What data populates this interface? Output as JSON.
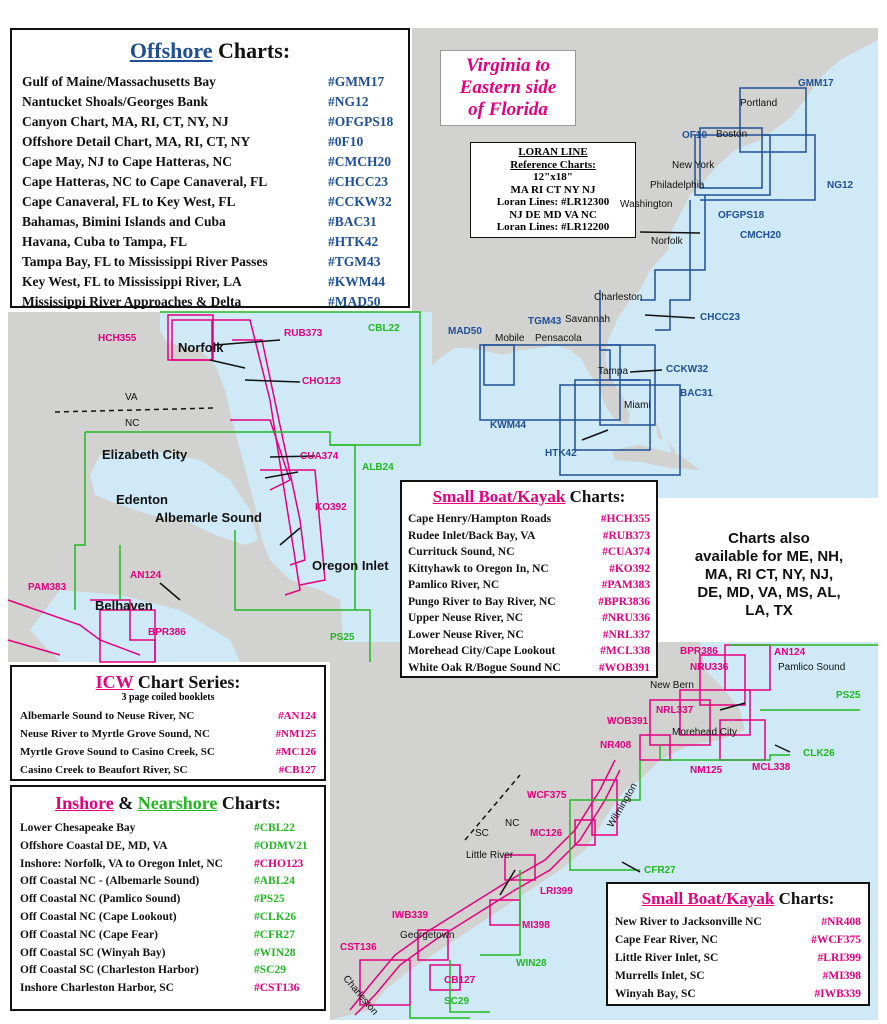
{
  "region_title": {
    "line1": "Virginia to",
    "line2": "Eastern side",
    "line3": "of Florida"
  },
  "offshore": {
    "title_word": "Offshore",
    "title_rest": "Charts:",
    "items": [
      {
        "name": "Gulf of Maine/Massachusetts Bay",
        "code": "#GMM17"
      },
      {
        "name": "Nantucket Shoals/Georges Bank",
        "code": "#NG12"
      },
      {
        "name": "Canyon Chart, MA, RI, CT, NY, NJ",
        "code": "#OFGPS18"
      },
      {
        "name": "Offshore Detail Chart, MA, RI, CT, NY",
        "code": "#0F10"
      },
      {
        "name": "Cape May, NJ to Cape Hatteras, NC",
        "code": "#CMCH20"
      },
      {
        "name": "Cape Hatteras, NC to Cape Canaveral, FL",
        "code": "#CHCC23"
      },
      {
        "name": "Cape Canaveral, FL to Key West, FL",
        "code": "#CCKW32"
      },
      {
        "name": "Bahamas, Bimini Islands and Cuba",
        "code": "#BAC31"
      },
      {
        "name": "Havana, Cuba to Tampa, FL",
        "code": "#HTK42"
      },
      {
        "name": "Tampa Bay, FL to Mississippi River Passes",
        "code": "#TGM43"
      },
      {
        "name": "Key West, FL to Mississippi River, LA",
        "code": "#KWM44"
      },
      {
        "name": "Mississippi River Approaches & Delta",
        "code": "#MAD50"
      }
    ]
  },
  "loran": {
    "title": "LORAN LINE",
    "subtitle": "Reference Charts:",
    "size": "12\"x18\"",
    "line1": "MA RI CT NY NJ",
    "line2": "Loran Lines: #LR12300",
    "line3": "NJ DE MD VA NC",
    "line4": "Loran Lines: #LR12200"
  },
  "small_boat_1": {
    "title_word": "Small Boat/Kayak",
    "title_rest": "Charts:",
    "items": [
      {
        "name": "Cape Henry/Hampton Roads",
        "code": "#HCH355"
      },
      {
        "name": "Rudee Inlet/Back Bay, VA",
        "code": "#RUB373"
      },
      {
        "name": "Currituck Sound, NC",
        "code": "#CUA374"
      },
      {
        "name": "Kittyhawk to Oregon In, NC",
        "code": "#KO392"
      },
      {
        "name": "Pamlico River, NC",
        "code": "#PAM383"
      },
      {
        "name": "Pungo River to Bay River, NC",
        "code": "#BPR3836"
      },
      {
        "name": "Upper Neuse River, NC",
        "code": "#NRU336"
      },
      {
        "name": "Lower Neuse River, NC",
        "code": "#NRL337"
      },
      {
        "name": "Morehead City/Cape Lookout",
        "code": "#MCL338"
      },
      {
        "name": "White Oak R/Bogue Sound NC",
        "code": "#WOB391"
      }
    ]
  },
  "also_available": {
    "line1": "Charts also",
    "line2": "available for ME, NH,",
    "line3": "MA, RI CT, NY, NJ,",
    "line4": "DE, MD, VA, MS, AL,",
    "line5": "LA, TX"
  },
  "icw": {
    "title_word": "ICW",
    "title_rest": "Chart Series:",
    "subtitle": "3 page coiled booklets",
    "items": [
      {
        "name": "Albemarle Sound to Neuse River, NC",
        "code": "#AN124"
      },
      {
        "name": "Neuse River to Myrtle Grove Sound, NC",
        "code": "#NM125"
      },
      {
        "name": "Myrtle Grove Sound to Casino Creek, SC",
        "code": "#MC126"
      },
      {
        "name": "Casino Creek to Beaufort River, SC",
        "code": "#CB127"
      }
    ]
  },
  "inshore": {
    "title_word1": "Inshore",
    "title_amp": "&",
    "title_word2": "Nearshore",
    "title_rest": "Charts:",
    "items": [
      {
        "name": "Lower Chesapeake Bay",
        "code": "#CBL22",
        "color": "green"
      },
      {
        "name": "Offshore Coastal DE, MD, VA",
        "code": "#ODMV21",
        "color": "green"
      },
      {
        "name": "Inshore: Norfolk, VA to Oregon Inlet, NC",
        "code": "#CHO123",
        "color": "pink"
      },
      {
        "name": "Off Coastal NC - (Albemarle Sound)",
        "code": "#ABL24",
        "color": "green"
      },
      {
        "name": "Off Coastal NC (Pamlico Sound)",
        "code": "#PS25",
        "color": "green"
      },
      {
        "name": "Off Coastal NC (Cape Lookout)",
        "code": "#CLK26",
        "color": "green"
      },
      {
        "name": "Off Coastal NC (Cape Fear)",
        "code": "#CFR27",
        "color": "green"
      },
      {
        "name": "Off Coastal SC (Winyah Bay)",
        "code": "#WIN28",
        "color": "green"
      },
      {
        "name": "Off Coastal SC (Charleston Harbor)",
        "code": "#SC29",
        "color": "green"
      },
      {
        "name": "Inshore Charleston Harbor, SC",
        "code": "#CST136",
        "color": "pink"
      }
    ]
  },
  "small_boat_2": {
    "title_word": "Small Boat/Kayak",
    "title_rest": "Charts:",
    "items": [
      {
        "name": "New River to Jacksonville NC",
        "code": "#NR408"
      },
      {
        "name": "Cape Fear River, NC",
        "code": "#WCF375"
      },
      {
        "name": "Little River Inlet, SC",
        "code": "#LRI399"
      },
      {
        "name": "Murrells Inlet, SC",
        "code": "#MI398"
      },
      {
        "name": "Winyah Bay, SC",
        "code": "#IWB339"
      }
    ]
  },
  "map_labels": {
    "east": {
      "cities": [
        "Portland",
        "Boston",
        "New York",
        "Philadelphia",
        "Washington",
        "Norfolk",
        "Charleston",
        "Savannah",
        "Mobile",
        "Pensacola",
        "Tampa",
        "Miami"
      ],
      "charts": [
        "GMM17",
        "OF10",
        "NG12",
        "OFGPS18",
        "CMCH20",
        "CHCC23",
        "CCKW32",
        "BAC31",
        "HTK42",
        "KWM44",
        "TGM43",
        "MAD50"
      ]
    },
    "va_nc": {
      "places": [
        "Norfolk",
        "Elizabeth City",
        "Edenton",
        "Albemarle Sound",
        "Oregon Inlet",
        "Belhaven",
        "VA",
        "NC"
      ],
      "charts_pink": [
        "HCH355",
        "RUB373",
        "CHO123",
        "CUA374",
        "KO392",
        "AN124",
        "PAM383",
        "BPR386"
      ],
      "charts_green": [
        "CBL22",
        "ALB24",
        "PS25"
      ]
    },
    "nc_sc": {
      "places": [
        "Pamlico Sound",
        "New Bern",
        "Morehead City",
        "Wilmington",
        "Little River",
        "Georgetown",
        "Charleston",
        "NC",
        "SC"
      ],
      "charts_pink": [
        "BPR386",
        "AN124",
        "NRU336",
        "NRL337",
        "WOB391",
        "NR408",
        "MCL338",
        "NM125",
        "WCF375",
        "MC126",
        "LRI399",
        "MI398",
        "IWB339",
        "CST136",
        "CB127"
      ],
      "charts_green": [
        "PS25",
        "CLK26",
        "CFR27",
        "WIN28",
        "SC29"
      ]
    }
  },
  "colors": {
    "water": "#cfe9f6",
    "land": "#d2d2d0",
    "offshore_blue": "#1f4f96",
    "pink": "#e6007e",
    "green": "#22b822"
  }
}
